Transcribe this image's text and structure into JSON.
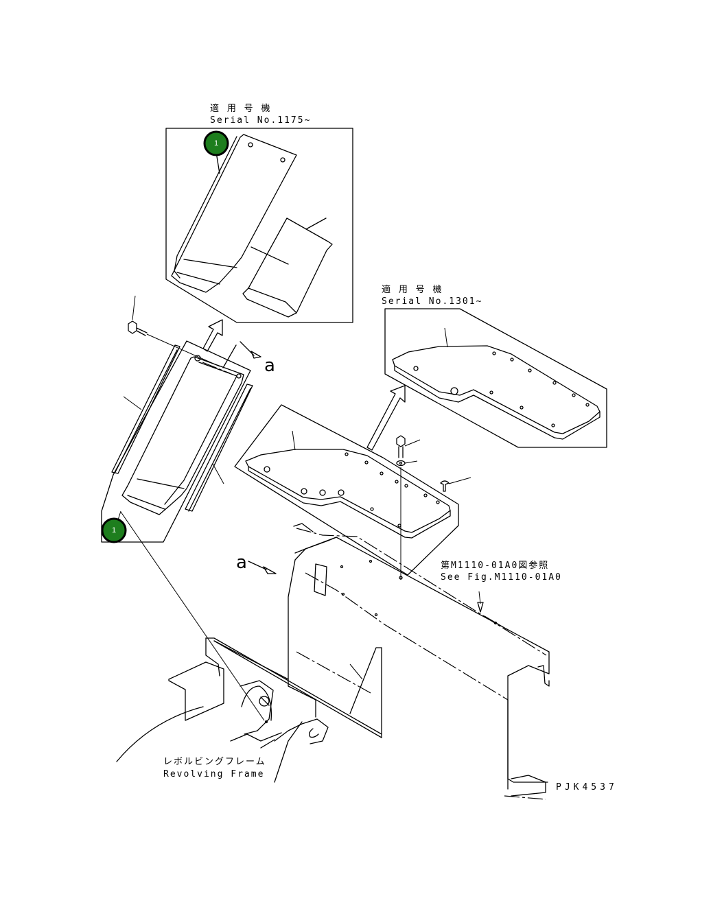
{
  "detail_top": {
    "jp": "適 用 号 機",
    "serial": "Serial No.1175~"
  },
  "detail_right": {
    "jp": "適 用 号 機",
    "serial": "Serial No.1301~"
  },
  "view_arrow_label": "a",
  "view_arrow_label_2": "a",
  "see_fig": {
    "jp": "第M1110-01A0図参照",
    "en": "See Fig.M1110-01A0"
  },
  "frame_label": {
    "jp": "レボルビングフレーム",
    "en": "Revolving Frame"
  },
  "drawing_code": "PJK4537",
  "callouts": [
    "1",
    "1"
  ],
  "callout_color": "#1e7e1e"
}
